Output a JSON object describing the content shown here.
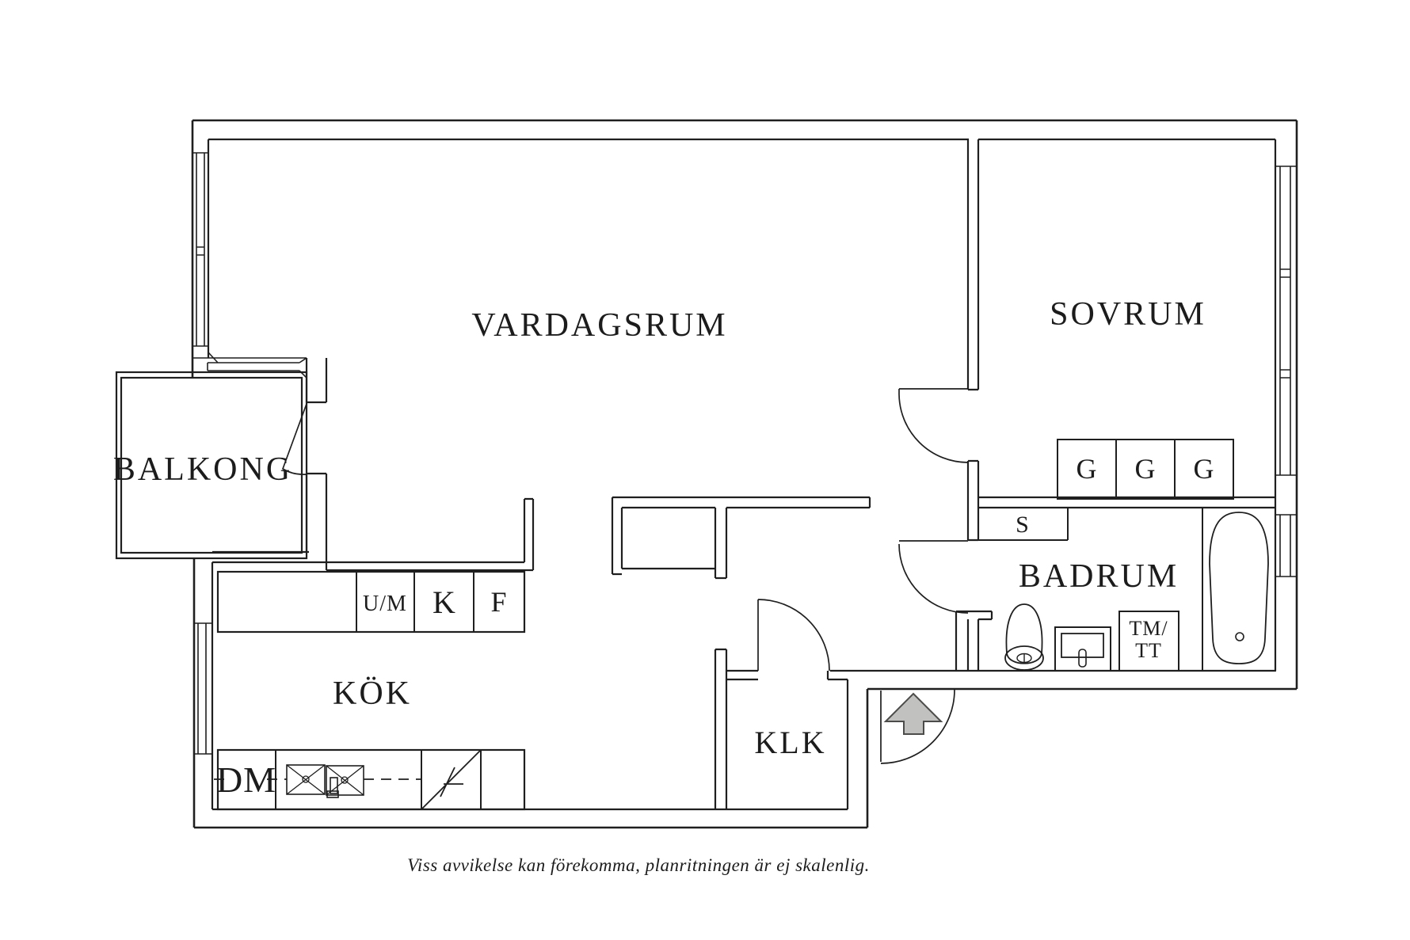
{
  "title": "Apartment floor plan",
  "colors": {
    "background": "#ffffff",
    "line": "#1f1f1f",
    "arrow_fill": "#c1c1bf",
    "arrow_stroke": "#4c4c4a"
  },
  "labels": {
    "vardagsrum": "VARDAGSRUM",
    "sovrum": "SOVRUM",
    "balkong": "BALKONG",
    "kok": "KÖK",
    "klk": "KLK",
    "badrum": "BADRUM",
    "g1": "G",
    "g2": "G",
    "g3": "G",
    "s": "S",
    "um": "U/M",
    "k": "K",
    "f": "F",
    "dm": "DM",
    "tm_line1": "TM/",
    "tm_line2": "TT",
    "footer": "Viss avvikelse kan förekomma, planritningen är ej skalenlig."
  },
  "icons": {
    "entry_arrow": "entry-direction-arrow"
  }
}
